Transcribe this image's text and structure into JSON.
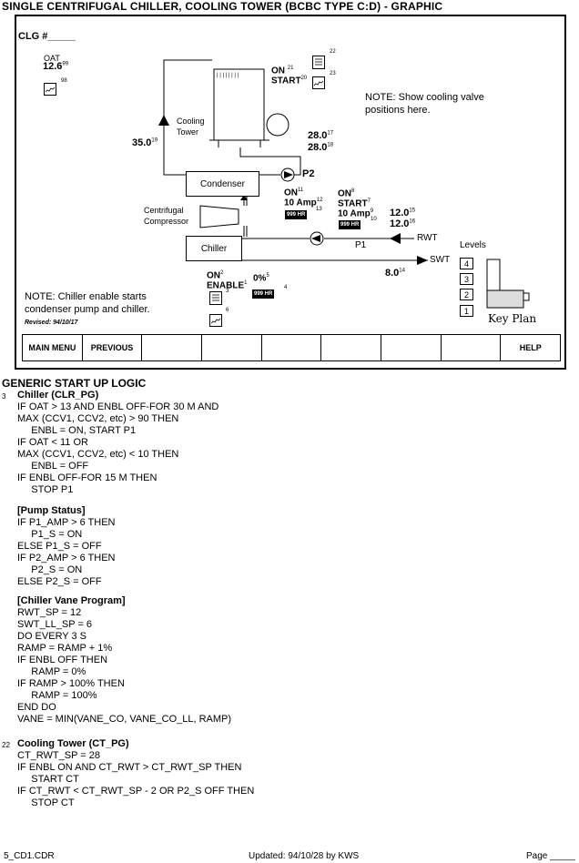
{
  "page_title": "SINGLE CENTRIFUGAL CHILLER, COOLING TOWER (BCBC TYPE C:D)  -  GRAPHIC",
  "clg": "CLG #_____",
  "oat": {
    "label": "OAT",
    "value": "12.6",
    "ref1": "99",
    "ref2": "98"
  },
  "cooling_tower": {
    "label_line1": "Cooling",
    "label_line2": "Tower",
    "status": "ON",
    "status_ref": "21",
    "start": "START",
    "start_ref": "20",
    "doc_ref": "22",
    "trend_ref": "23"
  },
  "note_top": {
    "line1": "NOTE: Show cooling valve",
    "line2": "positions here."
  },
  "temp_35": {
    "value": "35.0",
    "ref": "19"
  },
  "temp_28a": {
    "value": "28.0",
    "ref": "17"
  },
  "temp_28b": {
    "value": "28.0",
    "ref": "18"
  },
  "condenser": "Condenser",
  "compressor": {
    "line1": "Centrifugal",
    "line2": "Compressor"
  },
  "chiller": "Chiller",
  "p2": {
    "label": "P2",
    "status": "ON",
    "status_ref": "11",
    "amp": "10 Amp",
    "amp_ref": "12",
    "hr": "999 HR",
    "hr_ref": "13"
  },
  "p1": {
    "label": "P1",
    "status": "ON",
    "status_ref": "8",
    "start": "START",
    "start_ref": "7",
    "amp": "10 Amp",
    "amp_ref": "9",
    "hr": "999 HR",
    "hr_ref": "10"
  },
  "rwt": {
    "label": "RWT",
    "v1": "12.0",
    "ref1": "15",
    "v2": "12.0",
    "ref2": "16"
  },
  "swt": {
    "label": "SWT",
    "value": "8.0",
    "ref": "14"
  },
  "enable": {
    "status": "ON",
    "status_ref": "2",
    "enable": "ENABLE",
    "enable_ref": "1",
    "pct": "0%",
    "pct_ref": "5",
    "hr": "999 HR",
    "hr_ref": "4",
    "doc_ref": "3",
    "trend_ref": "6"
  },
  "note_bottom": {
    "line1": "NOTE: Chiller enable starts",
    "line2": "condenser pump and chiller.",
    "revised": "Revised: 94/10/17"
  },
  "levels": {
    "label": "Levels",
    "items": [
      "4",
      "3",
      "2",
      "1"
    ],
    "key_plan": "Key Plan"
  },
  "menu": [
    "MAIN MENU",
    "PREVIOUS",
    "",
    "",
    "",
    "",
    "",
    "",
    "HELP"
  ],
  "logic": {
    "title": "GENERIC START UP LOGIC",
    "s1_num": "3",
    "s1_title": "Chiller (CLR_PG)",
    "s1_lines": "IF OAT > 13 AND ENBL OFF-FOR 30 M AND\nMAX (CCV1, CCV2, etc) > 90 THEN\n     ENBL = ON, START P1\nIF OAT < 11 OR\nMAX (CCV1, CCV2, etc) < 10 THEN\n     ENBL = OFF\nIF ENBL OFF-FOR 15 M THEN\n     STOP P1",
    "s2_title": "[Pump Status]",
    "s2_lines": "IF P1_AMP > 6 THEN\n     P1_S = ON\nELSE P1_S = OFF\nIF P2_AMP > 6 THEN\n     P2_S = ON\nELSE P2_S = OFF",
    "s3_title": "[Chiller Vane Program]",
    "s3_lines": "RWT_SP = 12\nSWT_LL_SP = 6\nDO EVERY 3 S\nRAMP = RAMP + 1%\nIF ENBL OFF THEN\n     RAMP = 0%\nIF RAMP > 100% THEN\n     RAMP = 100%\nEND DO\nVANE = MIN(VANE_CO, VANE_CO_LL, RAMP)",
    "s4_num": "22",
    "s4_title": "Cooling Tower (CT_PG)",
    "s4_lines": "CT_RWT_SP = 28\nIF ENBL ON AND CT_RWT > CT_RWT_SP THEN\n     START CT\nIF CT_RWT < CT_RWT_SP - 2 OR P2_S OFF THEN\n     STOP CT"
  },
  "footer": {
    "left": "5_CD1.CDR",
    "center": "Updated: 94/10/28 by KWS",
    "right": "Page _____"
  }
}
